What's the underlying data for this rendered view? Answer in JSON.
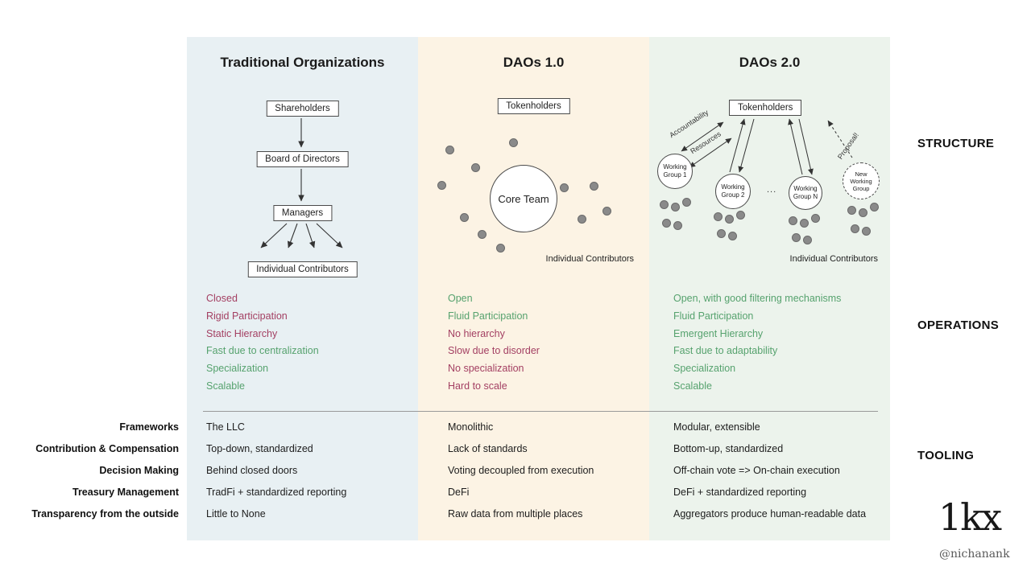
{
  "columns": [
    {
      "title": "Traditional Organizations",
      "structure": {
        "nodes": [
          "Shareholders",
          "Board of Directors",
          "Managers",
          "Individual Contributors"
        ]
      },
      "operations": [
        {
          "text": "Closed",
          "tone": "negative"
        },
        {
          "text": "Rigid Participation",
          "tone": "negative"
        },
        {
          "text": "Static Hierarchy",
          "tone": "negative"
        },
        {
          "text": "Fast due to centralization",
          "tone": "positive"
        },
        {
          "text": "Specialization",
          "tone": "positive"
        },
        {
          "text": "Scalable",
          "tone": "positive"
        }
      ],
      "tooling": [
        "The LLC",
        "Top-down, standardized",
        "Behind closed doors",
        "TradFi + standardized reporting",
        "Little to None"
      ]
    },
    {
      "title": "DAOs 1.0",
      "structure": {
        "tokenholders": "Tokenholders",
        "core_team": "Core Team",
        "caption": "Individual Contributors"
      },
      "operations": [
        {
          "text": "Open",
          "tone": "positive"
        },
        {
          "text": "Fluid Participation",
          "tone": "positive"
        },
        {
          "text": "No hierarchy",
          "tone": "negative"
        },
        {
          "text": "Slow due to disorder",
          "tone": "negative"
        },
        {
          "text": "No specialization",
          "tone": "negative"
        },
        {
          "text": "Hard to scale",
          "tone": "negative"
        }
      ],
      "tooling": [
        "Monolithic",
        "Lack of standards",
        "Voting decoupled from execution",
        "DeFi",
        "Raw data from multiple places"
      ]
    },
    {
      "title": "DAOs 2.0",
      "structure": {
        "tokenholders": "Tokenholders",
        "groups": [
          "Working Group 1",
          "Working Group 2",
          "Working Group N",
          "New Working Group"
        ],
        "ellipsis": "...",
        "arrow_labels": {
          "accountability": "Accountability",
          "resources": "Resources",
          "proposal": "Proposal!"
        },
        "caption": "Individual Contributors"
      },
      "operations": [
        {
          "text": "Open, with good filtering mechanisms",
          "tone": "positive"
        },
        {
          "text": "Fluid Participation",
          "tone": "positive"
        },
        {
          "text": "Emergent Hierarchy",
          "tone": "positive"
        },
        {
          "text": "Fast due to adaptability",
          "tone": "positive"
        },
        {
          "text": "Specialization",
          "tone": "positive"
        },
        {
          "text": "Scalable",
          "tone": "positive"
        }
      ],
      "tooling": [
        "Modular, extensible",
        "Bottom-up, standardized",
        "Off-chain vote => On-chain execution",
        "DeFi + standardized reporting",
        "Aggregators produce human-readable data"
      ]
    }
  ],
  "row_labels": [
    "Frameworks",
    "Contribution & Compensation",
    "Decision Making",
    "Treasury Management",
    "Transparency from the outside"
  ],
  "section_labels": [
    "STRUCTURE",
    "OPERATIONS",
    "TOOLING"
  ],
  "footer": {
    "logo": "1kx",
    "handle": "@nichanank"
  },
  "colors": {
    "positive": "#56a26e",
    "negative": "#a33f62",
    "column1_bg": "#e8f0f3",
    "column2_bg": "#fcf3e4",
    "column3_bg": "#ecf3ec"
  }
}
